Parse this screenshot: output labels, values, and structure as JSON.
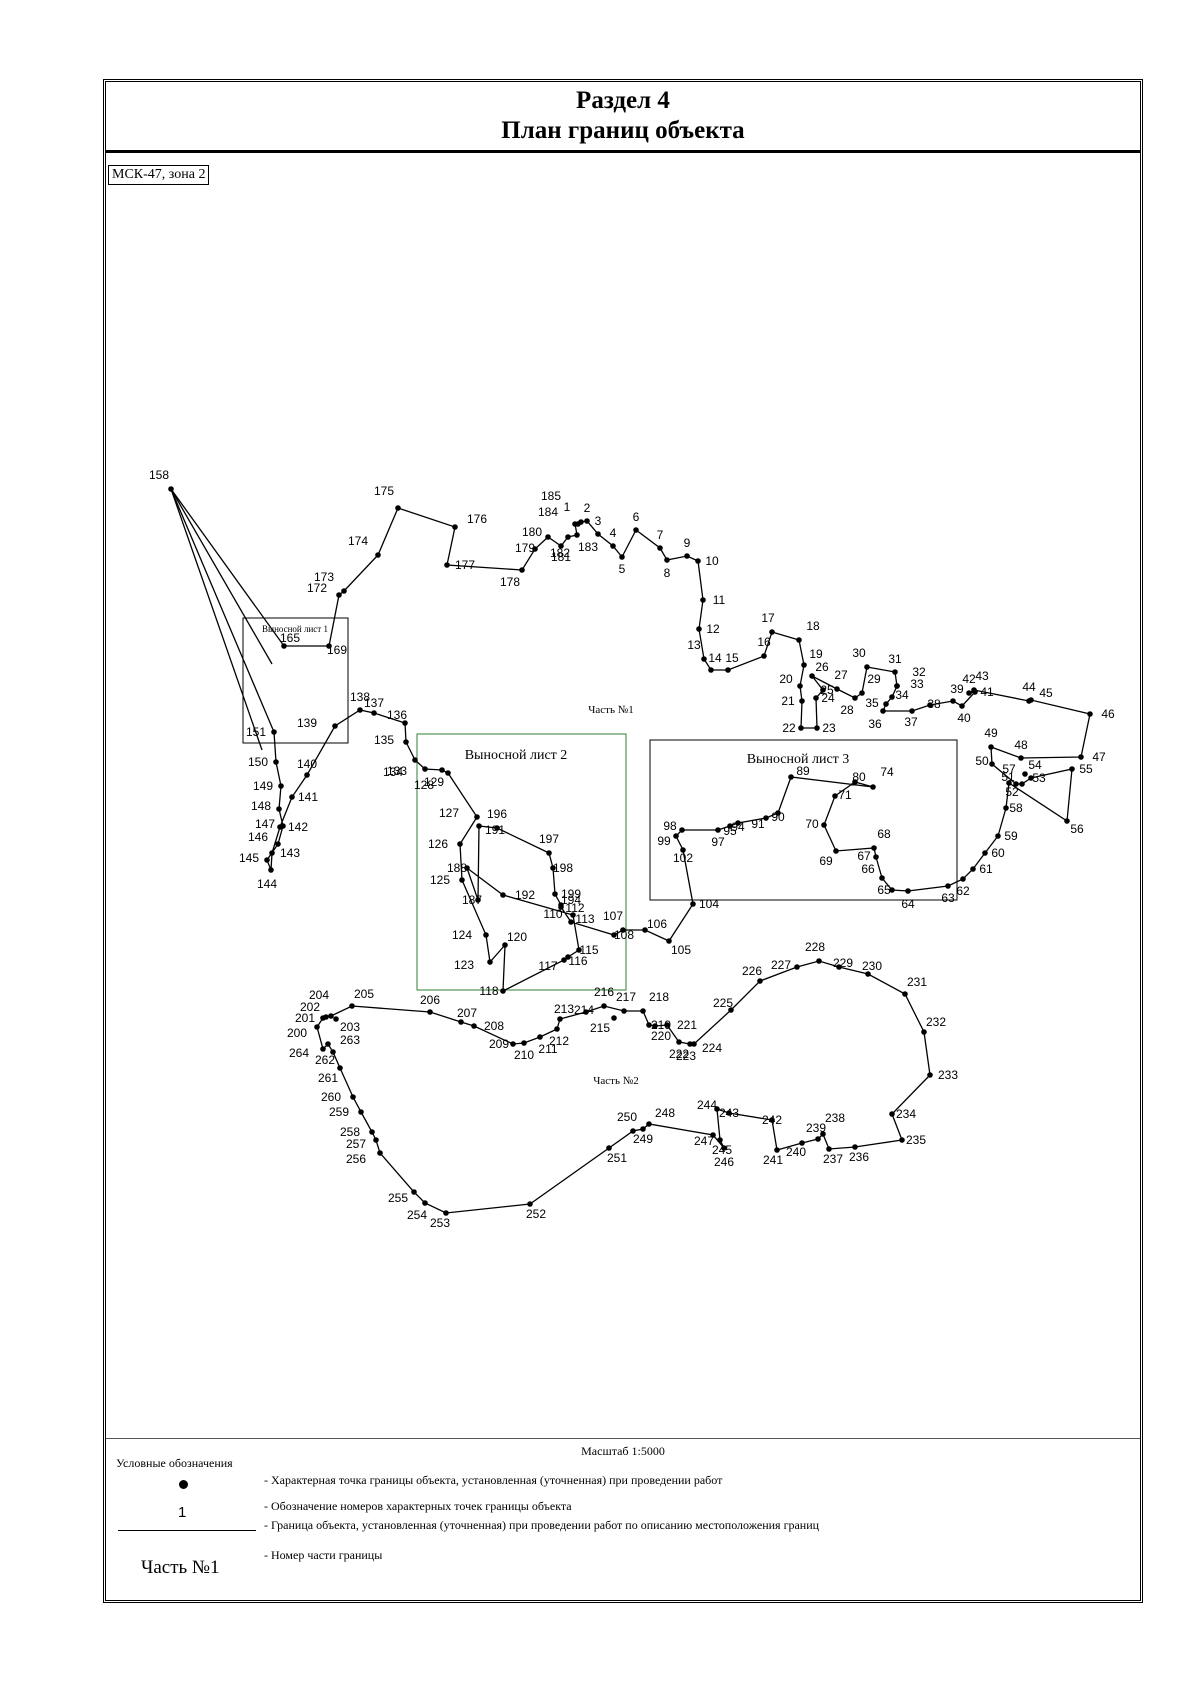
{
  "header": {
    "section": "Раздел 4",
    "title": "План границ объекта"
  },
  "crs_label": "МСК-47, зона 2",
  "inset_labels": [
    "Выносной лист 1",
    "Выносной лист 2",
    "Выносной лист 3"
  ],
  "part_labels": [
    "Часть №1",
    "Часть №2"
  ],
  "scale": "Масштаб 1:5000",
  "legend": {
    "title": "Условные обозначения",
    "number_symbol": "1",
    "part_symbol": "Часть №1",
    "items": [
      "- Характерная точка границы объекта, установленная (уточненная) при проведении работ",
      "- Обозначение номеров характерных точек границы объекта",
      "- Граница объекта, установленная (уточненная) при проведении работ по описанию местоположения границ",
      "- Номер части границы"
    ]
  },
  "colors": {
    "line": "#000000",
    "inset_green": "#2e7d32",
    "frame": "#000000"
  },
  "points": [
    "1",
    "2",
    "3",
    "4",
    "5",
    "6",
    "7",
    "8",
    "9",
    "10",
    "11",
    "12",
    "13",
    "14",
    "15",
    "16",
    "17",
    "18",
    "19",
    "20",
    "21",
    "22",
    "23",
    "24",
    "25",
    "26",
    "27",
    "28",
    "29",
    "30",
    "31",
    "32",
    "33",
    "34",
    "35",
    "36",
    "37",
    "38",
    "39",
    "40",
    "41",
    "42",
    "43",
    "44",
    "45",
    "46",
    "47",
    "48",
    "49",
    "50",
    "51",
    "52",
    "53",
    "54",
    "55",
    "56",
    "57",
    "58",
    "59",
    "60",
    "61",
    "62",
    "63",
    "64",
    "65",
    "66",
    "67",
    "68",
    "69",
    "70",
    "71",
    "74",
    "80",
    "89",
    "90",
    "91",
    "94",
    "95",
    "97",
    "98",
    "99",
    "102",
    "104",
    "105",
    "106",
    "107",
    "108",
    "110",
    "112",
    "113",
    "115",
    "116",
    "117",
    "118",
    "120",
    "123",
    "124",
    "125",
    "126",
    "127",
    "128",
    "129",
    "133",
    "134",
    "135",
    "136",
    "137",
    "138",
    "139",
    "140",
    "141",
    "142",
    "143",
    "144",
    "145",
    "146",
    "147",
    "148",
    "149",
    "150",
    "151",
    "158",
    "165",
    "169",
    "172",
    "173",
    "174",
    "175",
    "176",
    "177",
    "178",
    "179",
    "180",
    "181",
    "182",
    "183",
    "184",
    "185",
    "187",
    "188",
    "191",
    "192",
    "194",
    "196",
    "197",
    "198",
    "199",
    "200",
    "201",
    "202",
    "203",
    "204",
    "205",
    "206",
    "207",
    "208",
    "209",
    "210",
    "211",
    "212",
    "213",
    "214",
    "215",
    "216",
    "217",
    "218",
    "219",
    "220",
    "221",
    "222",
    "223",
    "224",
    "225",
    "226",
    "227",
    "228",
    "229",
    "230",
    "231",
    "232",
    "233",
    "234",
    "235",
    "236",
    "237",
    "238",
    "239",
    "240",
    "241",
    "242",
    "243",
    "244",
    "245",
    "246",
    "247",
    "248",
    "249",
    "250",
    "251",
    "252",
    "253",
    "254",
    "255",
    "256",
    "257",
    "258",
    "259",
    "260",
    "261",
    "262",
    "263",
    "264"
  ]
}
